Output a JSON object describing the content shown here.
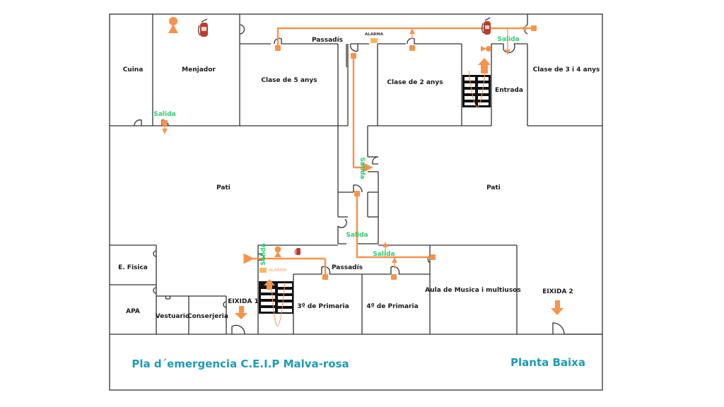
{
  "plan": {
    "title": "Pla d´emergencia C.E.I.P Malva-rosa",
    "floor": "Planta Baixa",
    "colors": {
      "route": "#f7934c",
      "exit_text": "#2ecc71",
      "title": "#1e9bb5",
      "alarm": "#f9b85a",
      "extinguisher": "#c0392b",
      "wall": "#333333"
    }
  },
  "rooms": {
    "cuina": "Cuina",
    "menjador": "Menjador",
    "clase5": "Clase de 5 anys",
    "passadis_top": "Passadís",
    "clase2": "Clase de 2 anys",
    "entrada": "Entrada",
    "clase34": "Clase de 3 i 4 anys",
    "pati_left": "Pati",
    "pati_right": "Pati",
    "efisica": "E. Fisica",
    "apa": "APA",
    "vestuario": "Vestuario",
    "conserjeria": "Conserjeria",
    "eixida1": "EIXIDA 1",
    "passadis_bottom": "Passadís",
    "primaria3": "3º de Primaria",
    "primaria4": "4º de Primaria",
    "musica": "Aula de Musica i multiusos",
    "eixida2": "EIXIDA 2"
  },
  "exits": {
    "salida_menjador": "Salida",
    "salida_top_right": "Salida",
    "salida_center": "Salida",
    "salida_corridor_1": "Salida",
    "salida_corridor_2": "Salida",
    "salida_bottom_left": "Salida"
  },
  "alarms": {
    "top": "ALARMA",
    "bottom": "ALARMA"
  },
  "icons": {
    "meeting_point": "person-icon",
    "extinguisher": "fire-extinguisher-icon",
    "alarm": "alarm-box-icon",
    "stairs": "stairs-icon",
    "arrow": "exit-arrow-icon",
    "siren": "siren-icon"
  }
}
